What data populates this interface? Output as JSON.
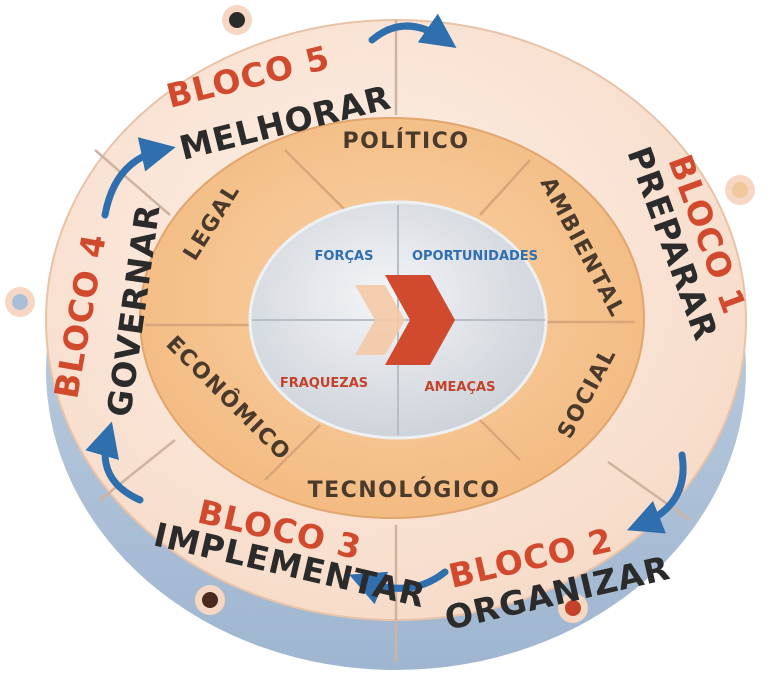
{
  "colors": {
    "accent_orange": "#d24a2e",
    "dark_text": "#2b2b2b",
    "ring_peach": "#fbe2d0",
    "pestel_orange": "#f6c796",
    "swot_gray": "#d9dde2",
    "base_blue": "#a9bfd8",
    "arrow_blue": "#2f6fae"
  },
  "blocks": [
    {
      "number": "BLOCO 1",
      "name": "PREPARAR"
    },
    {
      "number": "BLOCO 2",
      "name": "ORGANIZAR"
    },
    {
      "number": "BLOCO 3",
      "name": "IMPLEMENTAR"
    },
    {
      "number": "BLOCO 4",
      "name": "GOVERNAR"
    },
    {
      "number": "BLOCO 5",
      "name": "MELHORAR"
    }
  ],
  "pestel": {
    "politico": "POLÍTICO",
    "ambiental": "AMBIENTAL",
    "social": "SOCIAL",
    "tecnologico": "TECNOLÓGICO",
    "economico": "ECONÔMICO",
    "legal": "LEGAL"
  },
  "swot": {
    "forcas": "FORÇAS",
    "oportunidades": "OPORTUNIDADES",
    "fraquezas": "FRAQUEZAS",
    "ameacas": "AMEAÇAS"
  },
  "icons": {
    "cycle_arrow": "curved-arrow-icon",
    "center_logo": "chevron-logo-icon",
    "marker": "dot-marker-icon"
  }
}
